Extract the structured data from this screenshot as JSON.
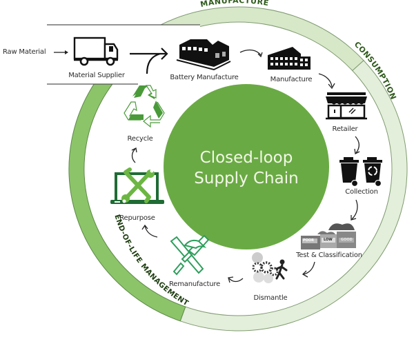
{
  "diagram": {
    "title_line1": "Closed-loop",
    "title_line2": "Supply Chain",
    "phases": [
      {
        "label": "MANUFACTURE",
        "color": "#d7e8c9"
      },
      {
        "label": "CONSUMPTION",
        "color": "#e3efda"
      },
      {
        "label": "END-OF-LIFE MANAGEMENT",
        "color": "#8cc46a"
      }
    ],
    "colors": {
      "center": "#6aaa44",
      "accent_dark": "#1f6b35",
      "accent_light": "#6cb644",
      "icon_black": "#1a1a1a",
      "phase_text": "#2f5a1c"
    },
    "input": {
      "label": "Raw Material"
    },
    "steps": [
      {
        "id": "material-supplier",
        "label": "Material Supplier",
        "icon": "truck-icon"
      },
      {
        "id": "battery-manufacture",
        "label": "Battery Manufacture",
        "icon": "factory-icon"
      },
      {
        "id": "manufacture",
        "label": "Manufacture",
        "icon": "building-icon"
      },
      {
        "id": "retailer",
        "label": "Retailer",
        "icon": "storefront-icon"
      },
      {
        "id": "collection",
        "label": "Collection",
        "icon": "trash-bins-icon"
      },
      {
        "id": "test-classification",
        "label": "Test & Classification",
        "icon": "sorting-boxes-icon",
        "grades": [
          "POOR",
          "LOW",
          "GOOD"
        ]
      },
      {
        "id": "dismantle",
        "label": "Dismantle",
        "icon": "gears-worker-icon"
      },
      {
        "id": "remanufacture",
        "label": "Remanufacture",
        "icon": "hammer-screwdriver-icon"
      },
      {
        "id": "repurpose",
        "label": "Repurpose",
        "icon": "laptop-tools-icon"
      },
      {
        "id": "recycle",
        "label": "Recycle",
        "icon": "recycle-icon"
      }
    ]
  }
}
